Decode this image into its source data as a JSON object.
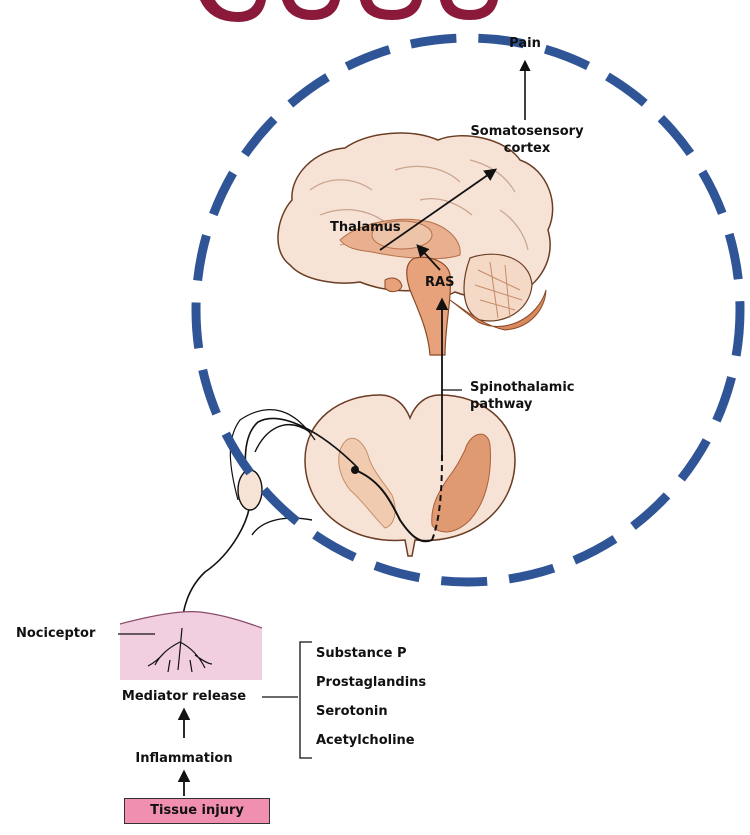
{
  "labels": {
    "pain": "Pain",
    "somatosensory_line1": "Somatosensory",
    "somatosensory_line2": "cortex",
    "thalamus": "Thalamus",
    "ras": "RAS",
    "spinothalamic_line1": "Spinothalamic",
    "spinothalamic_line2": "pathway",
    "nociceptor": "Nociceptor",
    "mediator_release": "Mediator release",
    "inflammation": "Inflammation",
    "tissue_injury": "Tissue injury"
  },
  "mediators": [
    "Substance P",
    "Prostaglandins",
    "Serotonin",
    "Acetylcholine"
  ],
  "colors": {
    "dashed_circle": "#2f5597",
    "title_fragment": "#8b1a3a",
    "brain_fill": "#f7e3d6",
    "brain_dark": "#d9895e",
    "spinal_dark": "#e09a72",
    "skin_fill": "#f2cfe0",
    "injury_box": "#f08fb0"
  }
}
